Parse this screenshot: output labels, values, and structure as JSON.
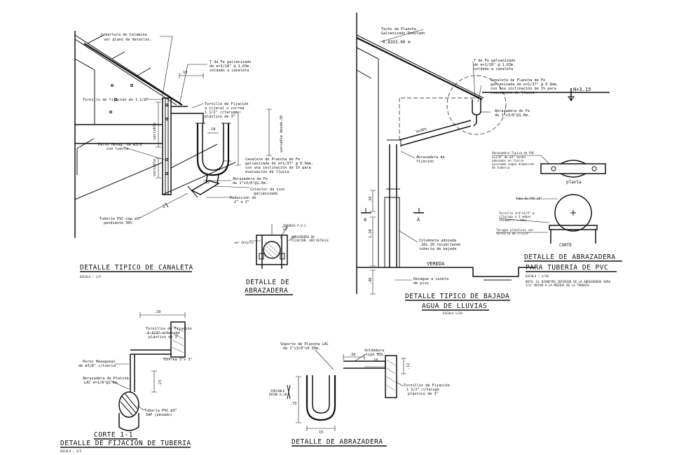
{
  "canaleta": {
    "labels": {
      "cobertura": "Cobertura de Calamina",
      "cobertura2": "ver plano de detalles.",
      "dim_10": ".10",
      "tfe": "T de Fe galvanizado",
      "tfe2": "de e=1/18\" @ 1.03m.",
      "tfe3": "soldado a canaleta",
      "tornillo_fijacion": "Tornillo de fijación de 1.1/2\"",
      "tornillo_a": "Tornillo de Fijación",
      "tornillo_b": "a tijeral o correa",
      "tornillo_c": "1 1/2\" c/tarugo",
      "tornillo_d": "plástico de 3\"",
      "dim_18": ".18",
      "perno": "Perno Hexag. de ø3/8\"",
      "perno2": "con tuerca",
      "canaleta_a": "Canaleta de Plancha de Fe",
      "canaleta_b": "galvanizada de e=1/37\" @ 0.9mm.",
      "canaleta_c": "con una inclinación de 1% para",
      "canaleta_d": "evacuación de lluvia",
      "abrazadera_a": "Abrazadera de Fe",
      "abrazadera_b": "de 1\"x3/8\"@1.0m.",
      "dim_2": "2\"",
      "colector_a": "Colector de zinc",
      "colector_b": "galvanizado",
      "reduccion_a": "Reducción de",
      "reduccion_b": "2\" a 3\"",
      "tuberia_a": "Tubería PVC-sap ø3\"",
      "tuberia_b": "pendiente 30%",
      "vert_a": "variable",
      "vert_b": "variable",
      "vert_c": "variable desde.30",
      "num_1": "1"
    },
    "title": "DETALLE TIPICO DE CANALETA",
    "scale": "ESCALA : 1/5"
  },
  "abrazadera_small": {
    "labels": {
      "tuberia": "TUBERIA P.V.C.",
      "tuberia2": "ø3\"",
      "ver_detalle": "ver detalle",
      "abrazadera_de": "ABRAZADERA DE",
      "fijacion": "FIJACION. VER DETALLE"
    },
    "title1": "DETALLE DE",
    "title2": "ABRAZADERA"
  },
  "bajada": {
    "labels": {
      "techo_a": "Techo de Plancha",
      "techo_b": "Galvanizado Ondulado",
      "techo_c": "0.83X3.00 m",
      "tfe_a": "T de Fe galvanizado",
      "tfe_b": "de e=1/18\" @ 1.03m.",
      "tfe_c": "soldado a canaleta",
      "canaleta_a": "Canaleta de Plancha de Fe",
      "canaleta_b": "galvanizada de e=1/37\" @ 0.9mm.",
      "canaleta_c": "con una inclinación de 1% para",
      "canaleta_d": "evacuación de lluvia",
      "nivel": "N+3.15",
      "abr_a": "Abrazadera de Fe",
      "abr_b": "de 1\"x3/8\"@1.0m.",
      "slope": "S=30%",
      "abr_fij_a": "Abrazadera de",
      "abr_fij_b": "fijación",
      "a_left": "A",
      "a_right": "A",
      "col_a": "Columneta adosada",
      "col_b": ".20x.20 recubriendo",
      "col_c": "tubería de bajada",
      "vereda": "VEREDA",
      "desague_a": "Desague a cuneta",
      "desague_b": "de piso",
      "dim_120": "1.20",
      "dim_10": ".10",
      "dim_40": ".40"
    },
    "title1": "DETALLE TIPICO DE BAJADA",
    "title2": "AGUA DE LLUVIAS",
    "scale": "ESCALA 1/20"
  },
  "abrazadera_pvc": {
    "labels": {
      "tipica_a": "Abrazadera Típica de PVC",
      "tipica_b": "e=1/8\" de ø3\" ancho",
      "tipica_c": "adosados en fierro",
      "tipica_d": "ajustada según dimensión",
      "tipica_e": "de tubería",
      "planta": "planta",
      "tubo": "Tubo de PVC ø3\"",
      "tornillo_a": "Tornillo 3/4\"x1/4\" ø",
      "tornillo_b": "c/tarugo a 3 ambos",
      "tornillo_c": "(diámetro x 6mm)",
      "tarugo_a": "Tarugos plásticos con",
      "tarugo_b": "tornillo de 3\"x1/4\"",
      "corte": "CORTE"
    },
    "title1": "DETALLE DE ABRAZADERA",
    "title2": "PARA TUBERIA DE PVC",
    "scale": "ESCALA : 1/10",
    "note_a": "NOTA: EL DIAMETRO INTERIOR DE LA ABRAZADERA SERA",
    "note_b": "1/4\" MAYOR A LA MEDIDA DE LA TUBERIA"
  },
  "fijacion": {
    "labels": {
      "dim_10": ".10",
      "tornillo_a": "Tornillos de Fijación",
      "tornillo_b": "1 1/2\" c/tarugo",
      "tornillo_c": "plástico de 3\"",
      "perno_a": "Perno Hexagonal",
      "perno_b": "de ø3/8\" c/tuerca",
      "correa": "Correa 3\"x 3\"",
      "dim_23": ".23",
      "abr_a": "Abrazadera de Platina",
      "abr_b": "LAC e=1/8\"@1.0m.",
      "tuberia_a": "Tubería PVC ø3\"",
      "tuberia_b": "SAP (pesado)"
    },
    "title1": "CORTE 1-1",
    "title2": "DETALLE DE FIJACION DE TUBERIA",
    "scale": "ESCALA : 1/5"
  },
  "abrazadera_bottom": {
    "labels": {
      "soporte_a": "Soporte de Plancha LAC",
      "soporte_b": "de 1\"x3/8\"x0.30m.",
      "soldadura_a": "Soldadura",
      "soldadura_b": "tipo MIG",
      "dim_10a": ".10",
      "dim_10b": ".10",
      "dim_12": ".12",
      "variable_a": "VARIABLE",
      "variable_b": "DESDE 0.30",
      "dim_75": ".75",
      "dim_15": ".15",
      "tornillo_a": "Tornillos de Fijación",
      "tornillo_b": "1 1/2\" c/tarugo",
      "tornillo_c": "plástico de 3\""
    },
    "title": "DETALLE DE ABRAZADERA"
  }
}
